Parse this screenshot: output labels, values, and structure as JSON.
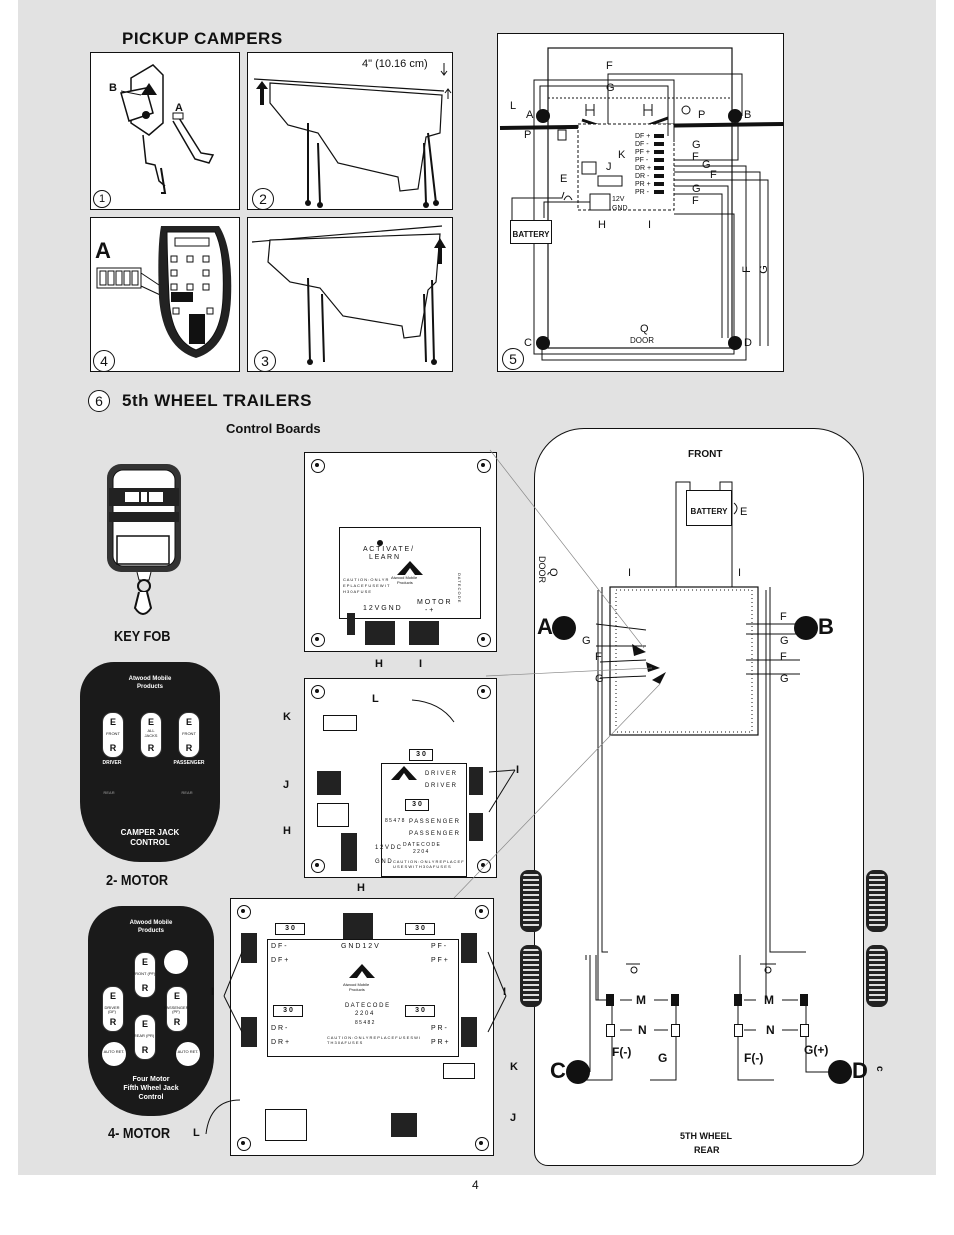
{
  "titles": {
    "pickup": "PICKUP CAMPERS",
    "fifth": "5th WHEEL TRAILERS",
    "control_boards": "Control Boards",
    "key_fob": "KEY FOB",
    "two_motor": "2- MOTOR",
    "four_motor": "4- MOTOR"
  },
  "step_numbers": [
    "1",
    "2",
    "3",
    "4",
    "5",
    "6"
  ],
  "fig2_dim": "4\" (10.16 cm)",
  "letters": {
    "A": "A",
    "B": "B",
    "C": "C",
    "D": "D",
    "E": "E",
    "F": "F",
    "G": "G",
    "H": "H",
    "I": "I",
    "J": "J",
    "K": "K",
    "L": "L",
    "M": "M",
    "N": "N",
    "P": "P",
    "Q": "Q"
  },
  "labels": {
    "battery": "BATTERY",
    "door": "DOOR",
    "front": "FRONT",
    "rear_line1": "5TH WHEEL",
    "rear_line2": "REAR",
    "q_door_q": "Q",
    "q_door": "DOOR",
    "f_minus": "F(-)",
    "g_plus": "G(+)",
    "twelve_v": "12V",
    "gnd": "GND",
    "small_c": "c"
  },
  "pickup_terminals": [
    "DF +",
    "DF -",
    "PF +",
    "PF -",
    "DR +",
    "DR -",
    "PR +",
    "PR -"
  ],
  "remote2": {
    "brand1": "Atwood Mobile",
    "brand2": "Products",
    "btn_left": "FRONT",
    "btn_mid_1": "ALL",
    "btn_mid_2": "JACKS",
    "btn_right": "FRONT",
    "driver": "DRIVER",
    "passenger": "PASSENGER",
    "rear_l": "REAR",
    "rear_r": "REAR",
    "title1": "CAMPER JACK",
    "title2": "CONTROL",
    "e": "E",
    "r": "R"
  },
  "remote4": {
    "brand1": "Atwood Mobile",
    "brand2": "Products",
    "front_pf": "FRONT (PF)",
    "driver_df": "DRIVER (DF)",
    "passenger_pf": "PASSENGER (PF)",
    "rear_pr": "REAR (PR)",
    "auto_l": "AUTO RET.",
    "auto_r": "AUTO RET.",
    "title1": "Four Motor",
    "title2": "Fifth Wheel Jack",
    "title3": "Control",
    "e": "E",
    "r": "R"
  },
  "board1": {
    "activate": "A C T I V A T E /",
    "learn": "L E A R N",
    "brand1": "Atwood Mobile",
    "brand2": "Products",
    "caution": "C A U T I O N : O N L Y  R E P L A C E  F U S E  W I T H  3 0 A  F U S E",
    "date_code": "D A T E  C O D E",
    "twelve_gnd": "1 2 V  G N D",
    "motor": "M O T O R",
    "minus_plus": "-  +"
  },
  "board2": {
    "fuse": "3 0",
    "driver_r": "D R I V E R",
    "driver_r2": "D R I V E R",
    "passenger_r": "P A S S E N G E R",
    "passenger_r2": "P A S S E N G E R",
    "part": "8 5 4 7 8",
    "date_code": "D A T E  C O D E",
    "date_num": "2 2 0 4",
    "twelve_vdc": "1 2 V D C",
    "gnd": "G N D",
    "caution": "C A U T I O N : O N L Y  R E P L A C E  F U S E S  W I T H  3 0 A  F U S E S"
  },
  "board3": {
    "fuse": "3 0",
    "gnd_12v": "G N D  1 2 V",
    "df_minus": "D F -",
    "df_plus": "D F +",
    "pf_minus": "P F -",
    "pf_plus": "P F +",
    "dr_minus": "D R -",
    "dr_plus": "D R +",
    "pr_minus": "P R -",
    "pr_plus": "P R +",
    "date_code": "D A T E  C O D E",
    "date_num": "2 2 0 4",
    "part": "8 5 4 8 2",
    "caution": "C A U T I O N : O N L Y  R E P L A C E  F U S E S  W I T H  3 0 A  F U S E S",
    "brand1": "Atwood Mobile",
    "brand2": "Products"
  },
  "page_number": "4"
}
